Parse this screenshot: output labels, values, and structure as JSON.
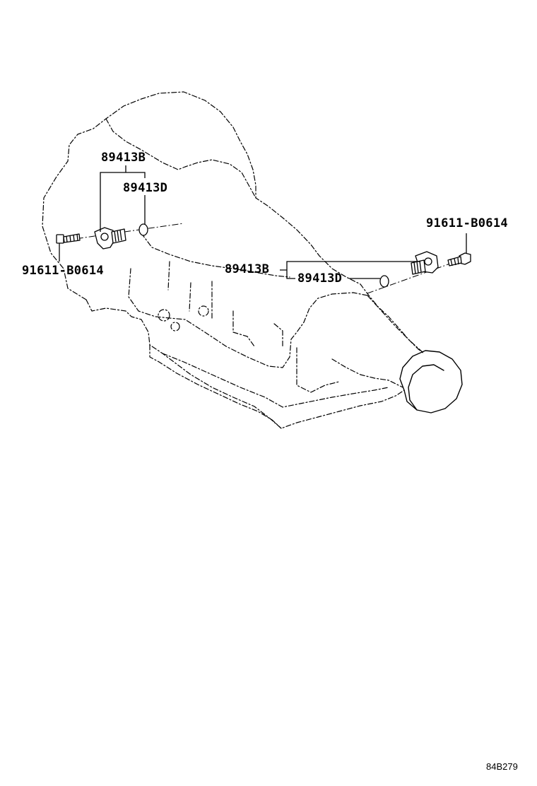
{
  "callouts": {
    "upper_sensor": "89413B",
    "upper_gasket": "89413D",
    "left_bolt": "91611-B0614",
    "right_bolt": "91611-B0614",
    "lower_sensor": "89413B",
    "lower_gasket": "89413D"
  },
  "figure_ref": "84B279"
}
